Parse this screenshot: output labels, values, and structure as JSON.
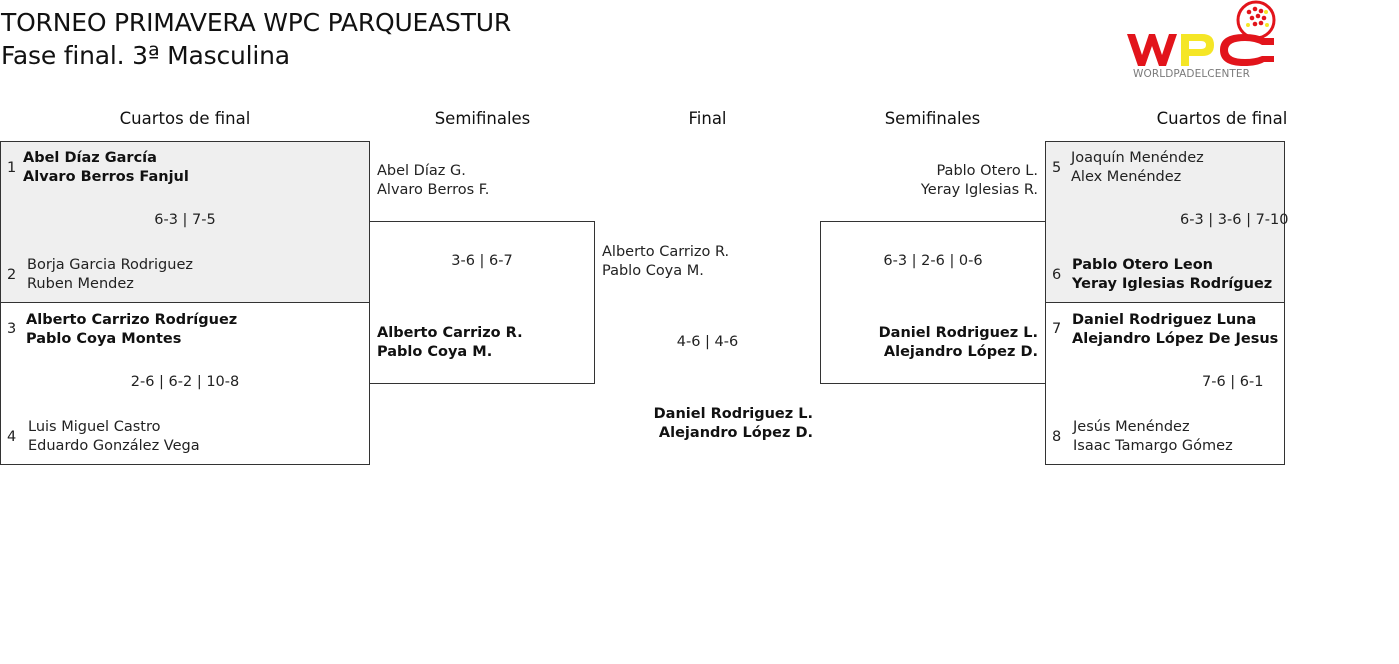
{
  "header": {
    "title": "TORNEO PRIMAVERA WPC PARQUEASTUR",
    "subtitle": "Fase final. 3ª Masculina",
    "logo_text": "WORLDPADELCENTER",
    "logo_letters": "WPC",
    "colors": {
      "brand_red": "#e2141b",
      "brand_yellow": "#f5e626",
      "logo_gray": "#7a7a7a"
    }
  },
  "columns": {
    "qf_left": "Cuartos de final",
    "sf_left": "Semifinales",
    "final": "Final",
    "sf_right": "Semifinales",
    "qf_right": "Cuartos de final"
  },
  "qf_left": [
    {
      "seed_top": "1",
      "top": [
        "Abel Díaz García",
        "Alvaro Berros Fanjul"
      ],
      "score": "6-3 | 7-5",
      "seed_bottom": "2",
      "bottom": [
        "Borja Garcia Rodriguez",
        "Ruben Mendez"
      ]
    },
    {
      "seed_top": "3",
      "top": [
        "Alberto Carrizo Rodríguez",
        "Pablo Coya Montes"
      ],
      "score": "2-6 | 6-2 | 10-8",
      "seed_bottom": "4",
      "bottom": [
        "Luis Miguel Castro",
        "Eduardo González Vega"
      ]
    }
  ],
  "sf_left": {
    "top": [
      "Abel Díaz G.",
      "Alvaro Berros F."
    ],
    "score": "3-6 | 6-7",
    "bottom": [
      "Alberto Carrizo R.",
      "Pablo Coya M."
    ]
  },
  "final": {
    "top": [
      "Alberto Carrizo R.",
      "Pablo Coya M."
    ],
    "score": "4-6 | 4-6",
    "bottom": [
      "Daniel Rodriguez L.",
      "Alejandro López D."
    ]
  },
  "sf_right": {
    "top": [
      "Pablo Otero L.",
      "Yeray Iglesias R."
    ],
    "score": "6-3 | 2-6 | 0-6",
    "bottom": [
      "Daniel Rodriguez L.",
      "Alejandro López D."
    ]
  },
  "qf_right": [
    {
      "seed_top": "5",
      "top": [
        "Joaquín Menéndez",
        "Alex Menéndez"
      ],
      "score": "6-3 | 3-6 | 7-10",
      "seed_bottom": "6",
      "bottom": [
        "Pablo Otero Leon",
        "Yeray Iglesias Rodríguez"
      ]
    },
    {
      "seed_top": "7",
      "top": [
        "Daniel Rodriguez Luna",
        "Alejandro López De Jesus"
      ],
      "score": "7-6 | 6-1",
      "seed_bottom": "8",
      "bottom": [
        "Jesús Menéndez",
        "Isaac Tamargo Gómez"
      ]
    }
  ]
}
